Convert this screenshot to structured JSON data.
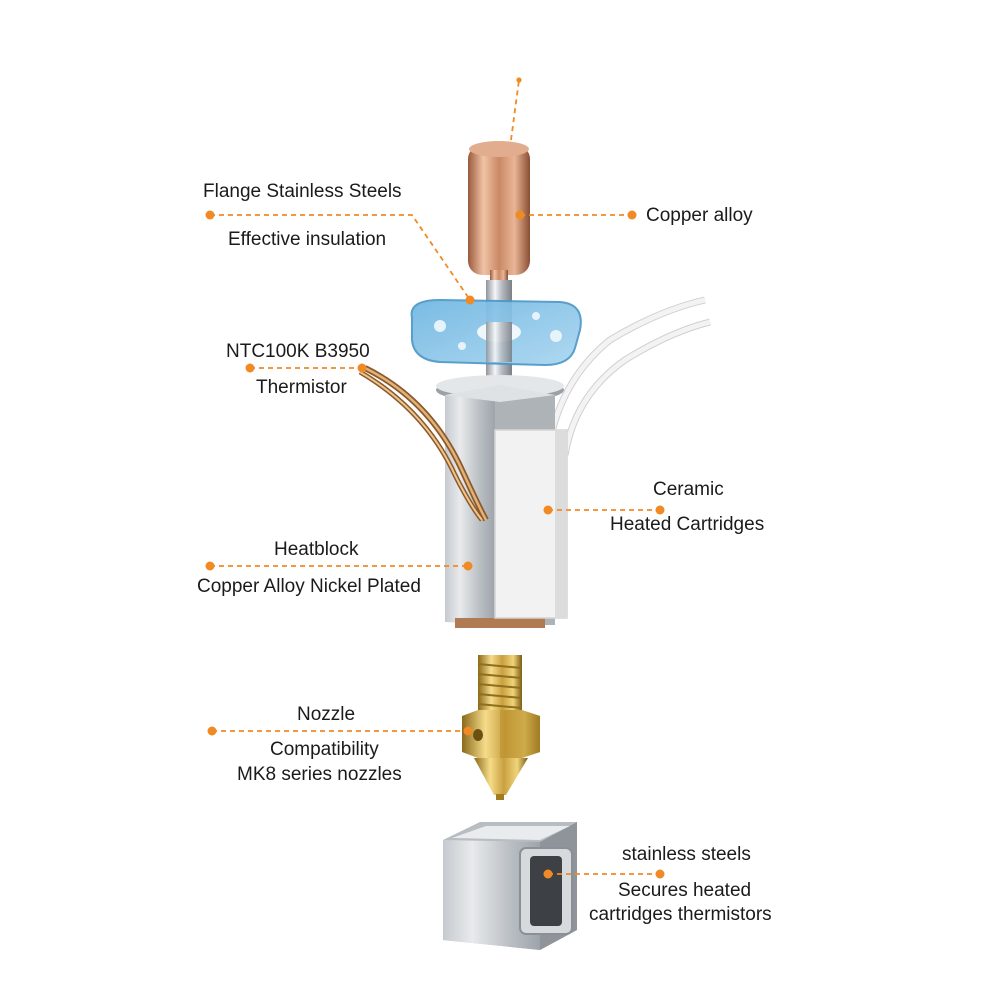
{
  "accent_color": "#f08a24",
  "labels": {
    "flange": {
      "line1": "Flange Stainless Steels",
      "line2": "Effective insulation"
    },
    "copper": {
      "line1": "Copper alloy"
    },
    "thermistor": {
      "line1": "NTC100K B3950",
      "line2": "Thermistor"
    },
    "ceramic": {
      "line1": "Ceramic",
      "line2": "Heated Cartridges"
    },
    "heatblock": {
      "line1": "Heatblock",
      "line2": "Copper Alloy Nickel Plated"
    },
    "nozzle": {
      "line1": "Nozzle",
      "line2": "Compatibility",
      "line3": "MK8 series nozzles"
    },
    "clip": {
      "line1": "stainless steels",
      "line2": "Secures heated",
      "line3": "cartridges thermistors"
    }
  }
}
